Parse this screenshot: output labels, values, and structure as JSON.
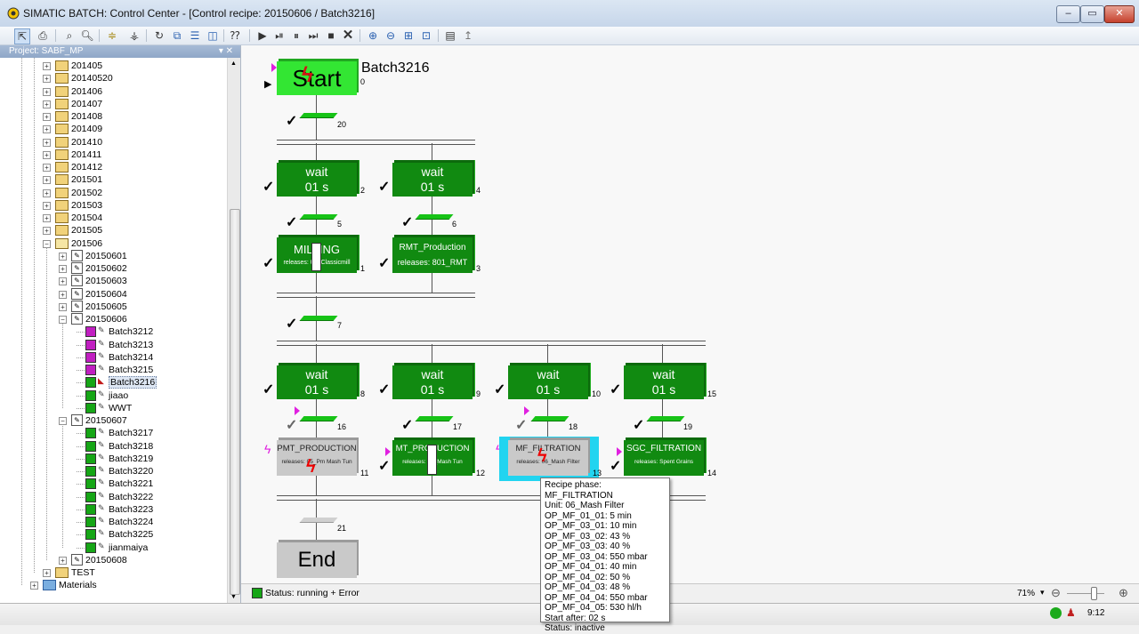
{
  "window": {
    "title": "SIMATIC BATCH: Control Center - [Control recipe: 20150606 / Batch3216]",
    "minimize": "–",
    "maximize": "▭",
    "close": "✕"
  },
  "left_panel": {
    "project_label": "Project: SABF_MP",
    "menu_arrows": "▾ ✕",
    "tree": [
      {
        "label": "201405",
        "type": "folder",
        "level": 1
      },
      {
        "label": "20140520",
        "type": "folder",
        "level": 1
      },
      {
        "label": "201406",
        "type": "folder",
        "level": 1
      },
      {
        "label": "201407",
        "type": "folder",
        "level": 1
      },
      {
        "label": "201408",
        "type": "folder",
        "level": 1
      },
      {
        "label": "201409",
        "type": "folder",
        "level": 1
      },
      {
        "label": "201410",
        "type": "folder",
        "level": 1
      },
      {
        "label": "201411",
        "type": "folder",
        "level": 1
      },
      {
        "label": "201412",
        "type": "folder",
        "level": 1
      },
      {
        "label": "201501",
        "type": "folder",
        "level": 1
      },
      {
        "label": "201502",
        "type": "folder",
        "level": 1
      },
      {
        "label": "201503",
        "type": "folder",
        "level": 1
      },
      {
        "label": "201504",
        "type": "folder",
        "level": 1
      },
      {
        "label": "201505",
        "type": "folder",
        "level": 1
      },
      {
        "label": "201506",
        "type": "folder-open",
        "level": 1
      },
      {
        "label": "20150601",
        "type": "order",
        "level": 2
      },
      {
        "label": "20150602",
        "type": "order",
        "level": 2
      },
      {
        "label": "20150603",
        "type": "order",
        "level": 2
      },
      {
        "label": "20150604",
        "type": "order",
        "level": 2
      },
      {
        "label": "20150605",
        "type": "order",
        "level": 2
      },
      {
        "label": "20150606",
        "type": "order-open",
        "level": 2
      },
      {
        "label": "Batch3212",
        "type": "batch-cancel",
        "level": 3
      },
      {
        "label": "Batch3213",
        "type": "batch-cancel",
        "level": 3
      },
      {
        "label": "Batch3214",
        "type": "batch-cancel",
        "level": 3
      },
      {
        "label": "Batch3215",
        "type": "batch-cancel",
        "level": 3
      },
      {
        "label": "Batch3216",
        "type": "batch-run",
        "level": 3,
        "selected": true
      },
      {
        "label": "jiaao",
        "type": "batch-done",
        "level": 3
      },
      {
        "label": "WWT",
        "type": "batch-done",
        "level": 3
      },
      {
        "label": "20150607",
        "type": "order-open",
        "level": 2
      },
      {
        "label": "Batch3217",
        "type": "batch-done",
        "level": 3
      },
      {
        "label": "Batch3218",
        "type": "batch-done",
        "level": 3
      },
      {
        "label": "Batch3219",
        "type": "batch-done",
        "level": 3
      },
      {
        "label": "Batch3220",
        "type": "batch-done",
        "level": 3
      },
      {
        "label": "Batch3221",
        "type": "batch-done",
        "level": 3
      },
      {
        "label": "Batch3222",
        "type": "batch-done",
        "level": 3
      },
      {
        "label": "Batch3223",
        "type": "batch-done",
        "level": 3
      },
      {
        "label": "Batch3224",
        "type": "batch-done",
        "level": 3
      },
      {
        "label": "Batch3225",
        "type": "batch-done",
        "level": 3
      },
      {
        "label": "jianmaiya",
        "type": "batch-done",
        "level": 3
      },
      {
        "label": "20150608",
        "type": "order",
        "level": 2
      },
      {
        "label": "TEST",
        "type": "folder",
        "level": 1
      },
      {
        "label": "Materials",
        "type": "materials",
        "level": 0
      }
    ]
  },
  "recipe": {
    "batch_name": "Batch3216",
    "start": {
      "label": "Start",
      "num": "0"
    },
    "end": {
      "label": "End",
      "num": ""
    },
    "transitions": {
      "t20": "20",
      "t5": "5",
      "t6": "6",
      "t7": "7",
      "t16": "16",
      "t17": "17",
      "t18": "18",
      "t19": "19",
      "t21": "21"
    },
    "wait_steps": [
      {
        "id": "w2",
        "line1": "wait",
        "line2": "01 s",
        "num": "2"
      },
      {
        "id": "w4",
        "line1": "wait",
        "line2": "01 s",
        "num": "4"
      },
      {
        "id": "w8",
        "line1": "wait",
        "line2": "01 s",
        "num": "8"
      },
      {
        "id": "w9",
        "line1": "wait",
        "line2": "01 s",
        "num": "9"
      },
      {
        "id": "w10",
        "line1": "wait",
        "line2": "01 s",
        "num": "10"
      },
      {
        "id": "w15",
        "line1": "wait",
        "line2": "01 s",
        "num": "15"
      }
    ],
    "milling": {
      "title": "MILLING",
      "sub": "releases: 02_Classicmill",
      "num": "1"
    },
    "rmt": {
      "title": "RMT_Production",
      "sub": "releases: 801_RMT",
      "num": "3"
    },
    "pmt": {
      "title": "PMT_PRODUCTION",
      "sub": "releases: 05_Pm Mash Tun",
      "num": "11"
    },
    "mt": {
      "title": "MT_PRODUCTION",
      "sub": "releases: 04_Mash Tun",
      "num": "12"
    },
    "mf": {
      "title": "MF_FILTRATION",
      "sub": "releases: 06_Mash Filter",
      "num": "13"
    },
    "sgc": {
      "title": "SGC_FILTRATION",
      "sub": "releases: Spent Grains",
      "num": "14"
    }
  },
  "tooltip": [
    "Recipe phase: MF_FILTRATION",
    "Unit: 06_Mash Filter",
    "OP_MF_01_01: 5 min",
    "OP_MF_03_01: 10 min",
    "OP_MF_03_02: 43 %",
    "OP_MF_03_03: 40 %",
    "OP_MF_03_04: 550 mbar",
    "OP_MF_04_01: 40 min",
    "OP_MF_04_02: 50 %",
    "OP_MF_04_03: 48 %",
    "OP_MF_04_04: 550 mbar",
    "OP_MF_04_05: 530 hl/h",
    "Start after: 02 s",
    "Status: inactive"
  ],
  "status": {
    "text": "Status: running + Error",
    "zoom": "71%",
    "zoom_level_pct": 71,
    "clock": "9:12"
  },
  "colors": {
    "step_green": "#118a11",
    "start_green": "#33e633",
    "phase_gray": "#c9c9c9",
    "tooltip_selection": "#22d4f0",
    "error_red": "#e00000",
    "pink_marker": "#e020e0"
  }
}
